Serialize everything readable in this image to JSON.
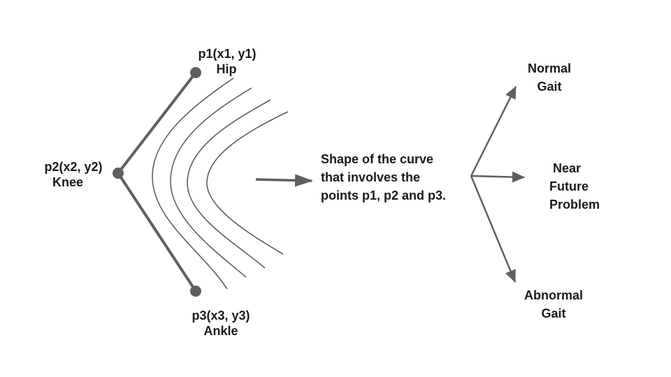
{
  "colors": {
    "stroke": "#5f5f5f",
    "text": "#1a1a1a",
    "background": "#ffffff"
  },
  "points": {
    "hip": {
      "coord": "p1(x1, y1)",
      "name": "Hip"
    },
    "knee": {
      "coord": "p2(x2, y2)",
      "name": "Knee"
    },
    "ankle": {
      "coord": "p3(x3, y3)",
      "name": "Ankle"
    }
  },
  "description": {
    "lines": [
      "Shape of the curve",
      "that involves the",
      "points p1, p2 and p3."
    ]
  },
  "outcomes": {
    "normal": {
      "lines": [
        "Normal",
        "Gait"
      ]
    },
    "near_future": {
      "lines": [
        "Near",
        "Future",
        "Problem"
      ]
    },
    "abnormal": {
      "lines": [
        "Abnormal",
        "Gait"
      ]
    }
  }
}
